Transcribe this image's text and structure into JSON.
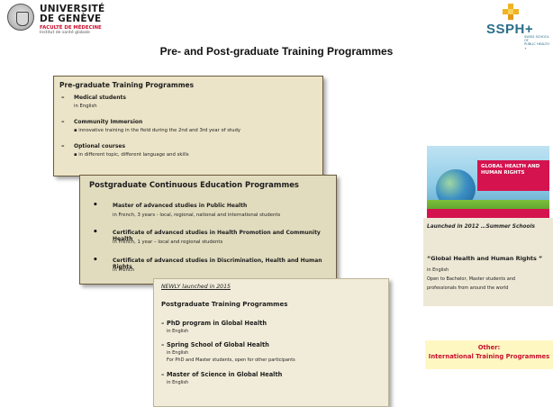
{
  "header": {
    "university_line1": "UNIVERSITÉ",
    "university_line2": "DE GENÈVE",
    "faculty": "FACULTÉ DE MÉDECINE",
    "institute": "Institut de santé globale",
    "ssph_name": "SSPH+",
    "ssph_sub_1": "SWISS SCHOOL OF",
    "ssph_sub_2": "PUBLIC HEALTH +"
  },
  "title": "Pre- and Post-graduate Training Programmes",
  "pregraduate": {
    "title": "Pre-graduate Training Programmes",
    "items": [
      {
        "heading": "Medical students",
        "sub": "in English"
      },
      {
        "heading": "Community Immersion",
        "sub": "▪ innovative training in the field during the 2nd and 3rd year of study"
      },
      {
        "heading": "Optional courses",
        "sub": "▪ in different topic, different language and skills"
      }
    ]
  },
  "continuous": {
    "title": "Postgraduate Continuous Education Programmes",
    "items": [
      {
        "heading": "Master of advanced studies in Public Health",
        "sub": "in French, 3 years - local, regional, national and international students"
      },
      {
        "heading": "Certificate of advanced studies in Health Promotion and Community Health",
        "sub": "in French, 1 year – local and regional students"
      },
      {
        "heading": "Certificate of advanced studies in Discrimination, Health and Human Rights",
        "sub": "in French"
      }
    ]
  },
  "newly": {
    "label": "NEWLY launched in 2015",
    "title": "Postgraduate Training Programmes",
    "items": [
      {
        "heading": "PhD program in Global Health",
        "sub1": "in English",
        "sub2": ""
      },
      {
        "heading": "Spring School of Global Health",
        "sub1": "in English",
        "sub2": "For PhD and Master students, open for other participants"
      },
      {
        "heading": "Master of Science in Global Health",
        "sub1": "in English",
        "sub2": ""
      }
    ]
  },
  "summer": {
    "poster_text": "GLOBAL HEALTH AND HUMAN RIGHTS",
    "launched": "Launched in 2012 …Summer Schools",
    "title": "“Global Health and Human Rights ”",
    "lang": "in English",
    "open_1": "Open to Bachelor, Master students  and",
    "open_2": "professionals from around the world"
  },
  "other": {
    "line1": "Other:",
    "line2": "International Training Programmes"
  },
  "colors": {
    "box_pre": "#ece4c8",
    "box_cont": "#e2dcbf",
    "box_newly": "#f1ecd9",
    "accent_red": "#c8102e",
    "ssph_blue": "#2a6f8a",
    "other_bg": "#fff7c2"
  }
}
